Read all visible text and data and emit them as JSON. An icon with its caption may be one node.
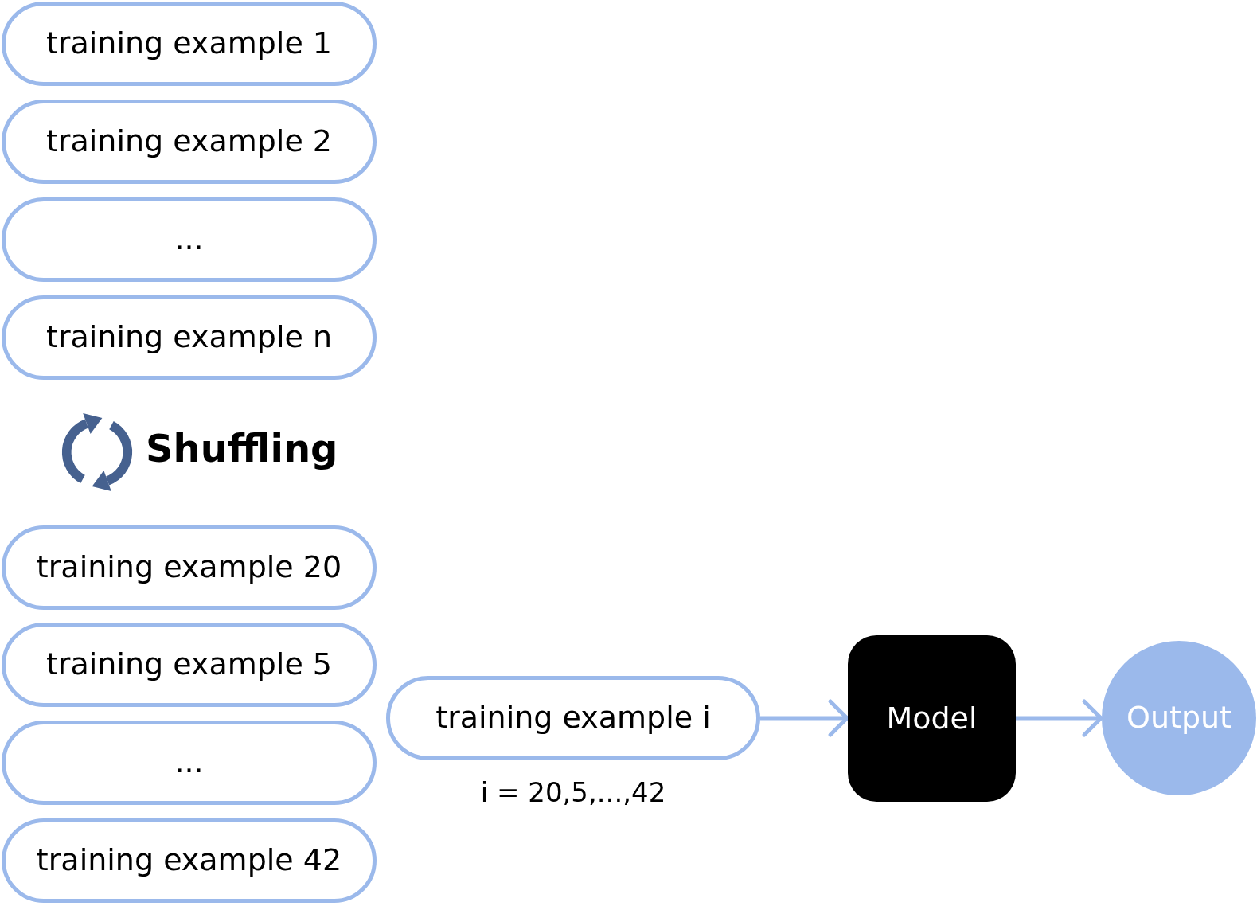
{
  "diagram": {
    "nodes": [
      {
        "text": [
          "training example 1"
        ]
      },
      {
        "text": [
          "training example 2"
        ]
      },
      {
        "text": [
          "..."
        ]
      },
      {
        "text": [
          "training example n"
        ]
      },
      {
        "text": [
          "training example 20"
        ]
      },
      {
        "text": [
          "training example 5"
        ]
      },
      {
        "text": [
          "..."
        ]
      },
      {
        "text": [
          "training example 42"
        ]
      },
      {
        "text": [
          "training example i"
        ],
        "beside": [
          "i = 20,5,...,42"
        ]
      },
      {
        "text": [
          "Model"
        ]
      },
      {
        "text": [
          "Output"
        ]
      }
    ],
    "edges": [
      {
        "from": 8,
        "to": 9,
        "arrow": "to"
      },
      {
        "from": 9,
        "to": 10,
        "arrow": "to"
      }
    ],
    "labels": [
      "Shuffling"
    ]
  }
}
